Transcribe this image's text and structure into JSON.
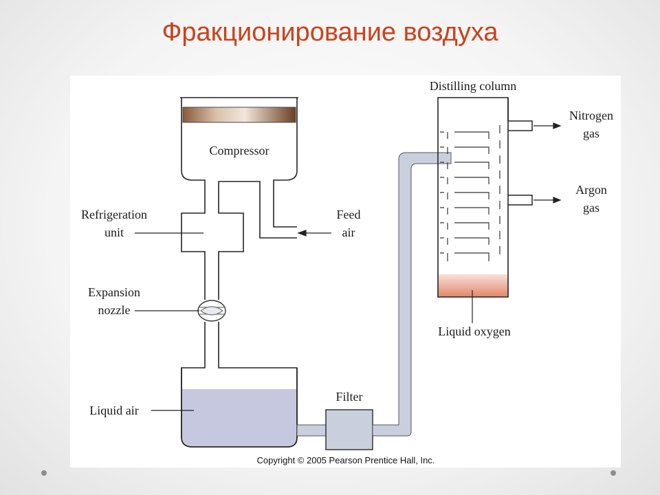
{
  "slide": {
    "title": "Фракционирование воздуха"
  },
  "diagram": {
    "labels": {
      "distilling_column": "Distilling column",
      "nitrogen_line1": "Nitrogen",
      "nitrogen_line2": "gas",
      "argon_line1": "Argon",
      "argon_line2": "gas",
      "liquid_oxygen": "Liquid oxygen",
      "compressor": "Compressor",
      "refrigeration_line1": "Refrigeration",
      "refrigeration_line2": "unit",
      "feed_line1": "Feed",
      "feed_line2": "air",
      "expansion_line1": "Expansion",
      "expansion_line2": "nozzle",
      "liquid_air": "Liquid air",
      "filter": "Filter"
    },
    "copyright": "Copyright © 2005 Pearson Prentice Hall, Inc.",
    "colors": {
      "liquid_air": "#c6c8e0",
      "pipe_fill": "#c9cfdd",
      "liquid_oxygen_top": "#f8e0d8",
      "liquid_oxygen_bottom": "#e2876a",
      "title": "#c8431d"
    }
  }
}
